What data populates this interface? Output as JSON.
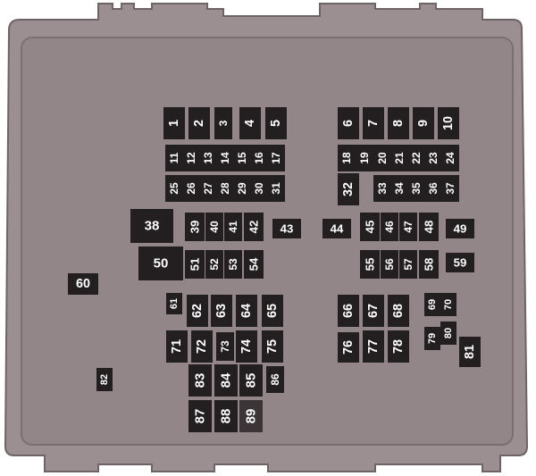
{
  "fuses": [
    {
      "label": "1"
    },
    {
      "label": "2"
    },
    {
      "label": "3"
    },
    {
      "label": "4"
    },
    {
      "label": "5"
    },
    {
      "label": "6"
    },
    {
      "label": "7"
    },
    {
      "label": "8"
    },
    {
      "label": "9"
    },
    {
      "label": "10"
    },
    {
      "label": "11"
    },
    {
      "label": "12"
    },
    {
      "label": "13"
    },
    {
      "label": "14"
    },
    {
      "label": "15"
    },
    {
      "label": "16"
    },
    {
      "label": "17"
    },
    {
      "label": "18"
    },
    {
      "label": "19"
    },
    {
      "label": "20"
    },
    {
      "label": "21"
    },
    {
      "label": "22"
    },
    {
      "label": "23"
    },
    {
      "label": "24"
    },
    {
      "label": "25"
    },
    {
      "label": "26"
    },
    {
      "label": "27"
    },
    {
      "label": "28"
    },
    {
      "label": "29"
    },
    {
      "label": "30"
    },
    {
      "label": "31"
    },
    {
      "label": "32"
    },
    {
      "label": "33"
    },
    {
      "label": "34"
    },
    {
      "label": "35"
    },
    {
      "label": "36"
    },
    {
      "label": "37"
    },
    {
      "label": "38"
    },
    {
      "label": "39"
    },
    {
      "label": "40"
    },
    {
      "label": "41"
    },
    {
      "label": "42"
    },
    {
      "label": "43"
    },
    {
      "label": "44"
    },
    {
      "label": "45"
    },
    {
      "label": "46"
    },
    {
      "label": "47"
    },
    {
      "label": "48"
    },
    {
      "label": "49"
    },
    {
      "label": "50"
    },
    {
      "label": "51"
    },
    {
      "label": "52"
    },
    {
      "label": "53"
    },
    {
      "label": "54"
    },
    {
      "label": "55"
    },
    {
      "label": "56"
    },
    {
      "label": "57"
    },
    {
      "label": "58"
    },
    {
      "label": "59"
    },
    {
      "label": "60"
    },
    {
      "label": "61"
    },
    {
      "label": "62"
    },
    {
      "label": "63"
    },
    {
      "label": "64"
    },
    {
      "label": "65"
    },
    {
      "label": "66"
    },
    {
      "label": "67"
    },
    {
      "label": "68"
    },
    {
      "label": "69"
    },
    {
      "label": "70"
    },
    {
      "label": "71"
    },
    {
      "label": "72"
    },
    {
      "label": "73"
    },
    {
      "label": "74"
    },
    {
      "label": "75"
    },
    {
      "label": "76"
    },
    {
      "label": "77"
    },
    {
      "label": "78"
    },
    {
      "label": "79"
    },
    {
      "label": "80"
    },
    {
      "label": "81"
    },
    {
      "label": "82"
    },
    {
      "label": "83"
    },
    {
      "label": "84"
    },
    {
      "label": "85"
    },
    {
      "label": "86"
    },
    {
      "label": "87"
    },
    {
      "label": "88"
    },
    {
      "label": "89"
    }
  ],
  "colors": {
    "housing_outer": "#9c8f91",
    "housing_inner": "#938689",
    "housing_edge": "#6e6466",
    "fuse_fill": "#231f20",
    "fuse_fill_alt": "#3c3537",
    "fuse_text": "#ffffff",
    "fuse_text_alt": "#bfbfbf"
  }
}
